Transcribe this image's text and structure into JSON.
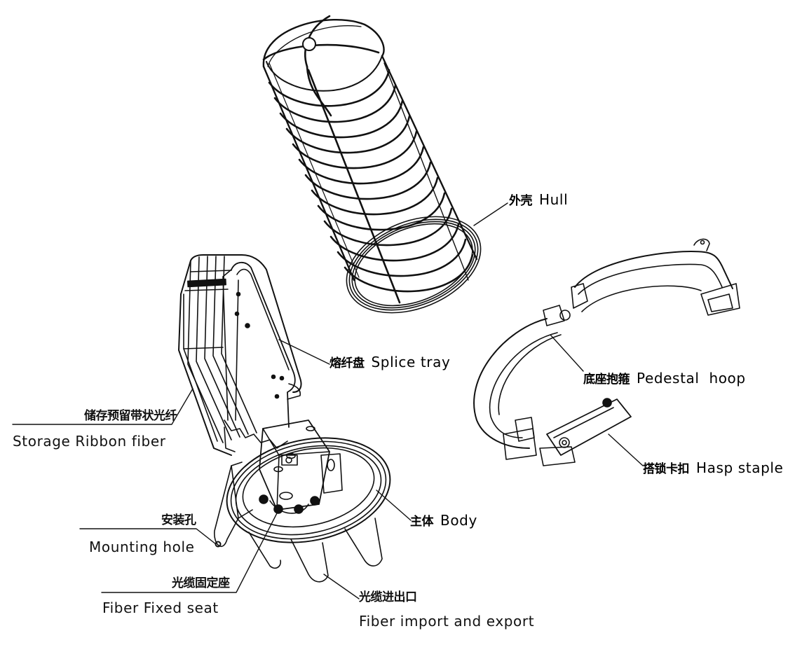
{
  "diagram": {
    "title": "Fiber optic splice closure exploded view",
    "parts": [
      {
        "id": "hull",
        "cn": "外壳",
        "en": "Hull"
      },
      {
        "id": "splice_tray",
        "cn": "熔纤盘",
        "en": "Splice tray"
      },
      {
        "id": "pedestal_hoop",
        "cn": "底座抱箍",
        "en": "Pedestal  hoop"
      },
      {
        "id": "storage_ribbon",
        "cn": "储存预留带状光纤",
        "en": "Storage Ribbon fiber"
      },
      {
        "id": "hasp_staple",
        "cn": "搭锁卡扣",
        "en": "Hasp staple"
      },
      {
        "id": "body",
        "cn": "主体",
        "en": "Body"
      },
      {
        "id": "mounting_hole",
        "cn": "安装孔",
        "en": "Mounting hole"
      },
      {
        "id": "fiber_fixed_seat",
        "cn": "光缆固定座",
        "en": "Fiber Fixed seat"
      },
      {
        "id": "fiber_import_export",
        "cn": "光缆进出口",
        "en": "Fiber import and export"
      }
    ],
    "colors": {
      "line": "#111111",
      "background": "#ffffff"
    }
  }
}
